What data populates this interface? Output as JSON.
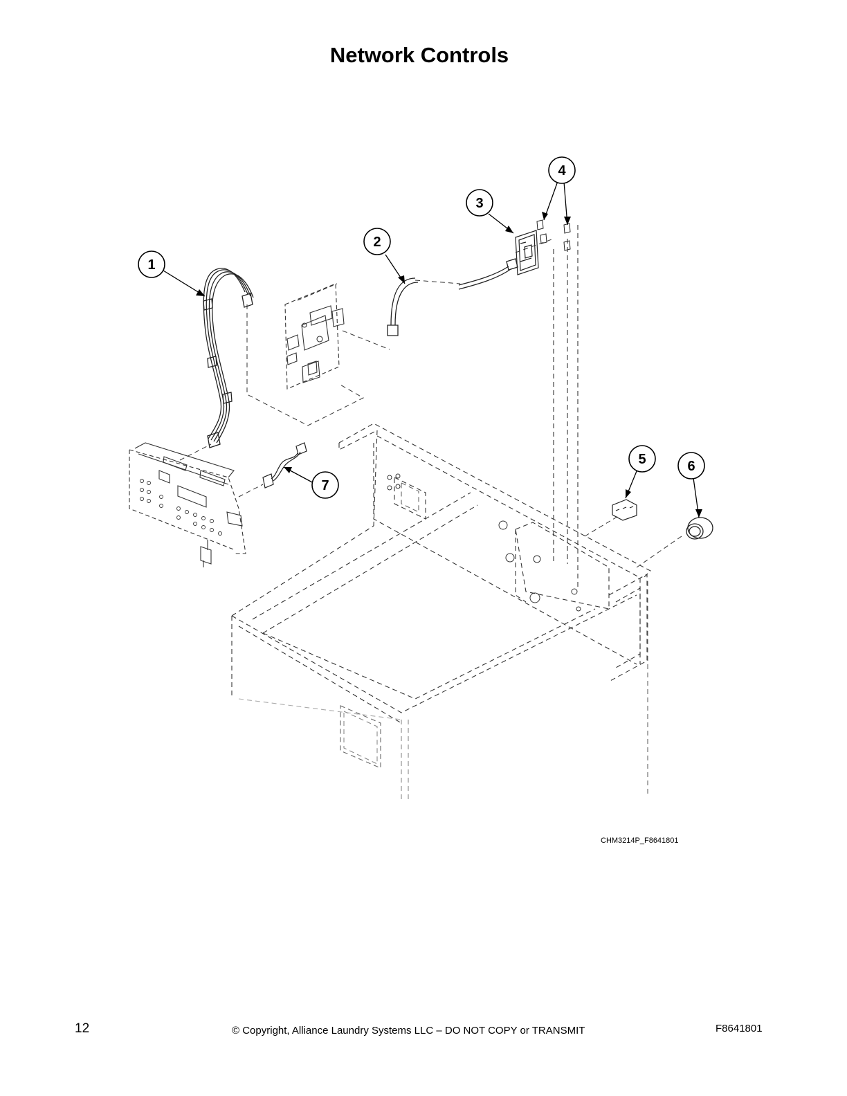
{
  "page": {
    "title": "Network Controls",
    "figure_code": "CHM3214P_F8641801",
    "page_number": "12",
    "copyright": "© Copyright, Alliance Laundry Systems LLC – DO NOT COPY or TRANSMIT",
    "document_number": "F8641801"
  },
  "callouts": [
    {
      "label": "1"
    },
    {
      "label": "2"
    },
    {
      "label": "3"
    },
    {
      "label": "4"
    },
    {
      "label": "5"
    },
    {
      "label": "6"
    },
    {
      "label": "7"
    }
  ]
}
